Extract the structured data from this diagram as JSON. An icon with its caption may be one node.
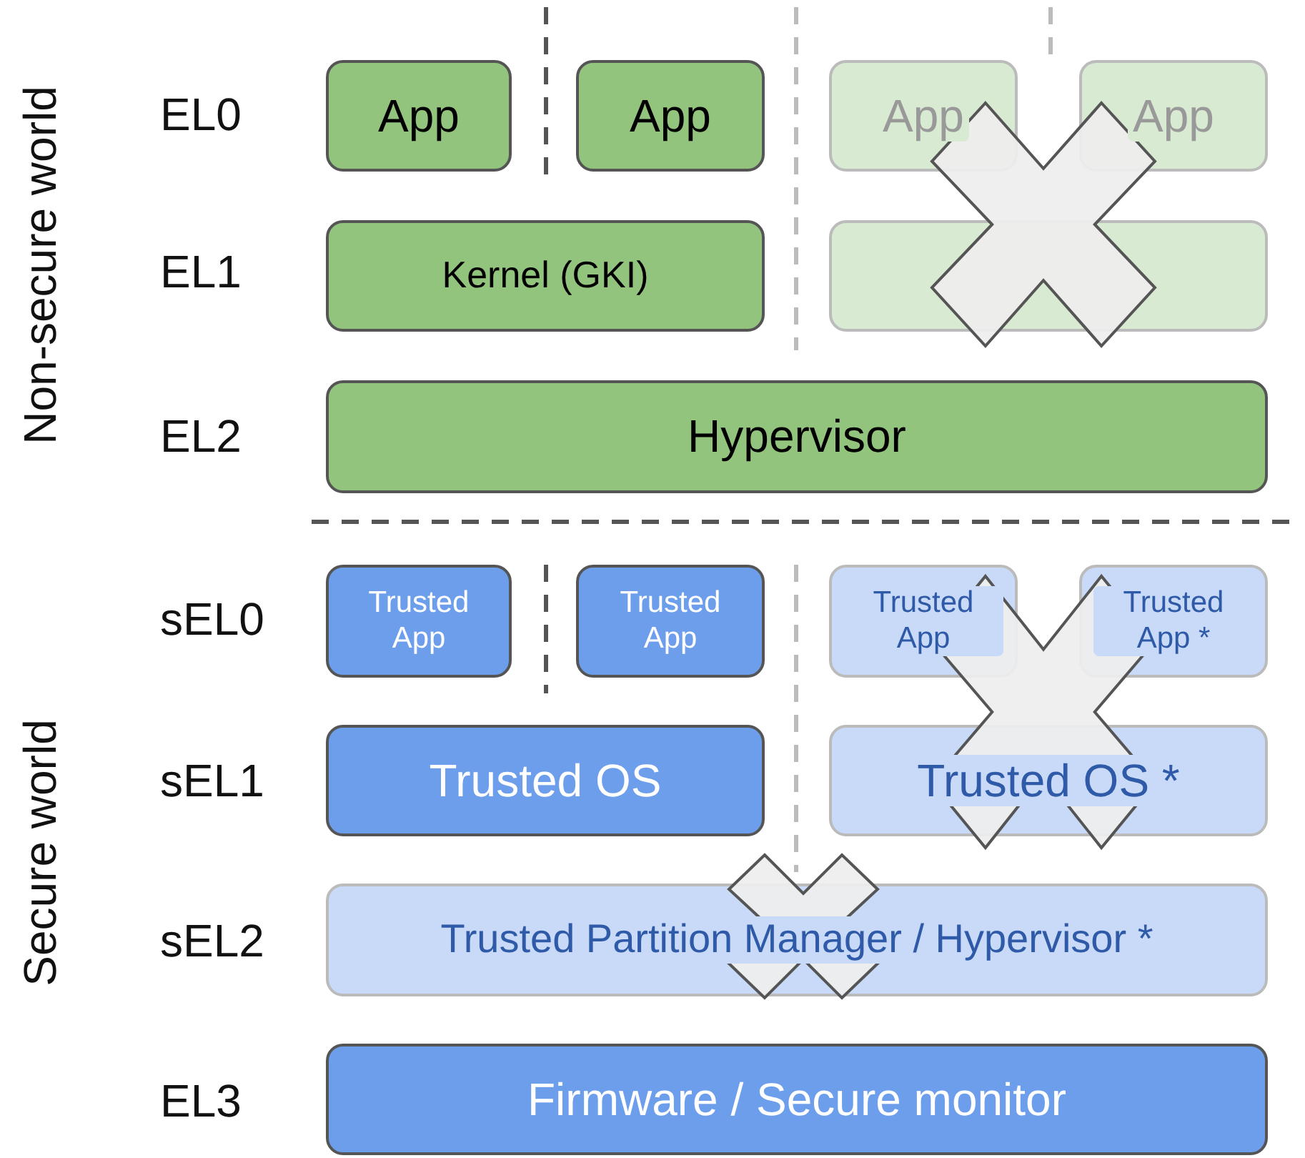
{
  "diagram": {
    "nodes": [
      {
        "text": [
          "App"
        ]
      },
      {
        "text": [
          "App"
        ]
      },
      {
        "text": [
          "App"
        ]
      },
      {
        "text": [
          "App"
        ]
      },
      {
        "text": [
          "Kernel (GKI)"
        ]
      },
      {
        "text": [],
        "shape": "box"
      },
      {
        "text": [
          "Hypervisor"
        ]
      },
      {
        "text": [
          "Trusted App"
        ]
      },
      {
        "text": [
          "Trusted App"
        ]
      },
      {
        "text": [
          "Trusted App"
        ]
      },
      {
        "text": [
          "Trusted App *"
        ]
      },
      {
        "text": [
          "Trusted OS"
        ]
      },
      {
        "text": [
          "Trusted OS *"
        ]
      },
      {
        "text": [
          "Trusted Partition Manager / Hypervisor *"
        ]
      },
      {
        "text": [
          "Firmware / Secure monitor"
        ]
      }
    ],
    "labels": [
      "Non-secure world",
      "EL0",
      "EL1",
      "EL2",
      "Secure world",
      "sEL0",
      "sEL1",
      "sEL2",
      "EL3"
    ]
  }
}
